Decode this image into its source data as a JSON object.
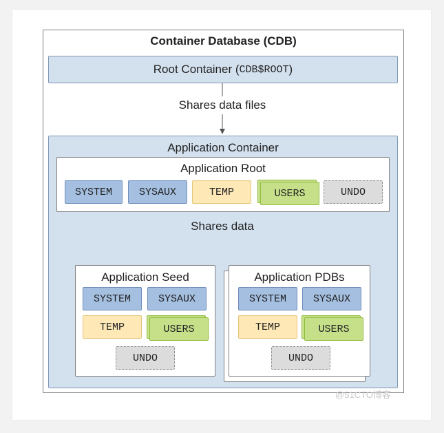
{
  "cdb": {
    "title": "Container Database (CDB)"
  },
  "root_container": {
    "label": "Root Container (",
    "code": "CDB$ROOT",
    "suffix": ")"
  },
  "shares_data_files": "Shares data files",
  "app_container": {
    "title": "Application Container"
  },
  "app_root": {
    "title": "Application Root",
    "tablespaces": [
      "SYSTEM",
      "SYSAUX",
      "TEMP",
      "USERS",
      "UNDO"
    ]
  },
  "shares_data": "Shares data",
  "app_seed": {
    "title": "Application Seed",
    "tablespaces": [
      "SYSTEM",
      "SYSAUX",
      "TEMP",
      "USERS",
      "UNDO"
    ]
  },
  "app_pdbs": {
    "title": "Application PDBs",
    "tablespaces": [
      "SYSTEM",
      "SYSAUX",
      "TEMP",
      "USERS",
      "UNDO"
    ]
  },
  "watermark": "@51CTO博客",
  "colors": {
    "blue": "#a4bfe0",
    "yellow": "#fde8b6",
    "green": "#c6e08a",
    "gray": "#dcdcdc",
    "container": "#d3e0ee"
  }
}
